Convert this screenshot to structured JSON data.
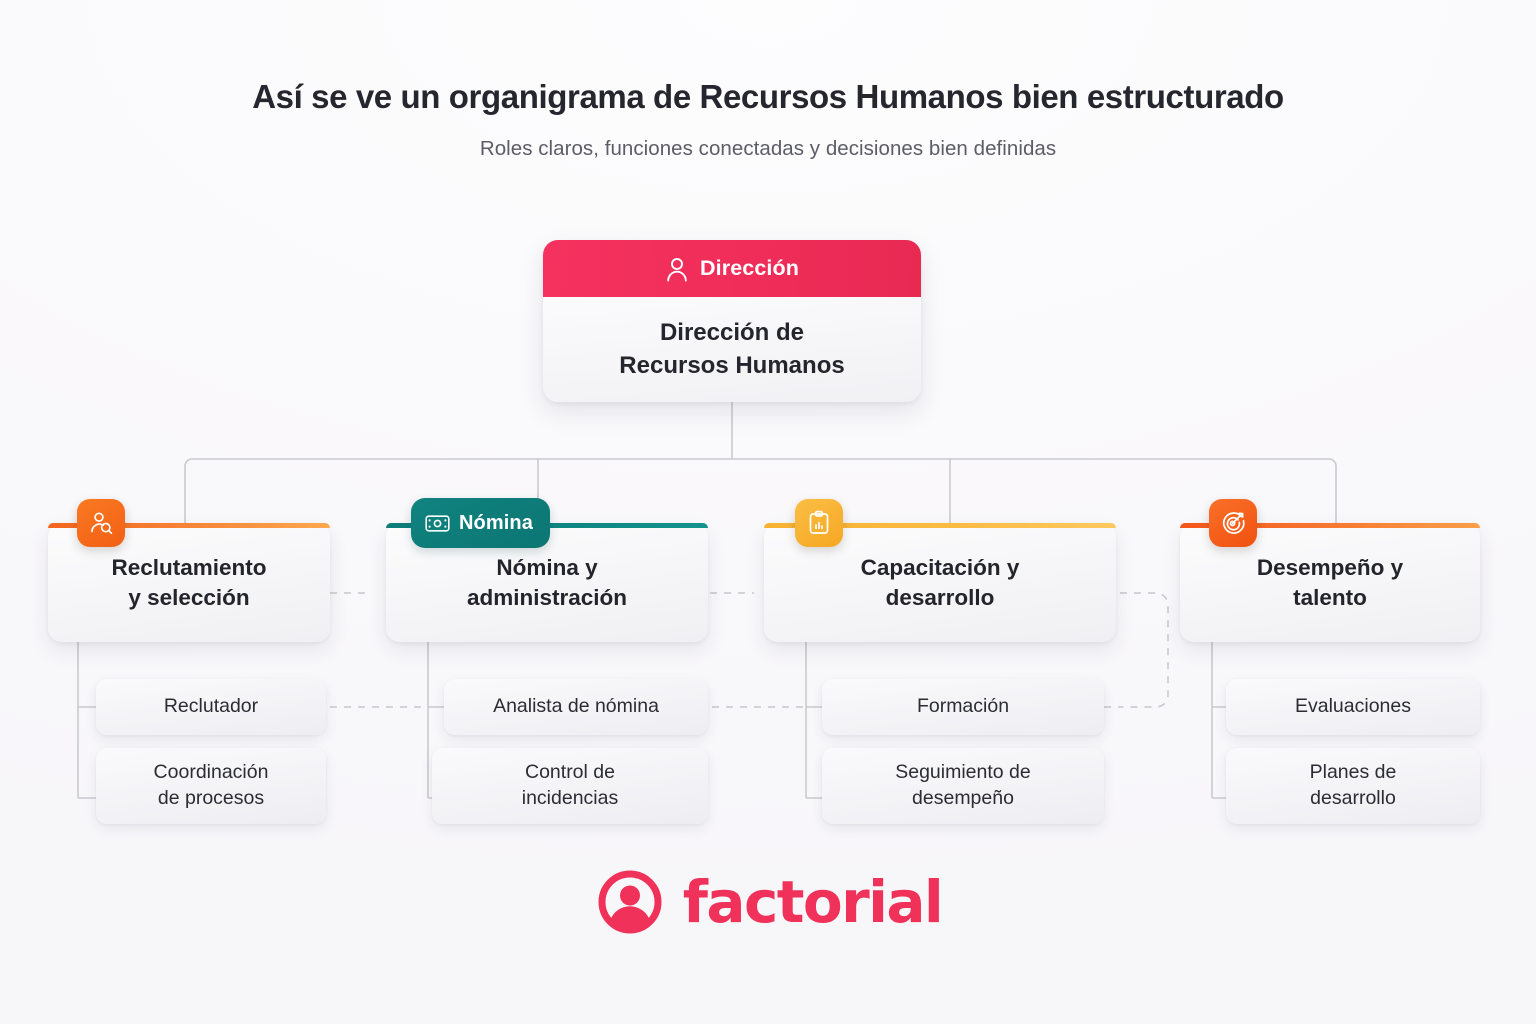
{
  "header": {
    "title": "Así se ve un organigrama de Recursos Humanos bien estructurado",
    "subtitle": "Roles claros, funciones conectadas y decisiones bien definidas"
  },
  "colors": {
    "background": "#faf9fb",
    "root_accent": "#ef2d58",
    "brand": "#f0325a",
    "orange": "#f4641e",
    "teal": "#0d7e7a",
    "amber": "#f8b133",
    "orange_deep": "#f4551b",
    "connector": "#c9c9d1",
    "text_dark": "#25252d",
    "text_muted": "#5d5d68"
  },
  "root": {
    "tag_label": "Dirección",
    "tag_icon": "person-icon",
    "title": "Dirección de\nRecursos Humanos",
    "title_line1": "Dirección de",
    "title_line2": "Recursos Humanos"
  },
  "branches": [
    {
      "id": "reclutamiento",
      "badge_type": "icon",
      "badge_icon": "user-search-icon",
      "badge_label": "",
      "accent": "#f4641e",
      "title_line1": "Reclutamiento",
      "title_line2": "y selección",
      "children": [
        {
          "label_line1": "Reclutador",
          "label_line2": ""
        },
        {
          "label_line1": "Coordinación",
          "label_line2": "de procesos"
        }
      ]
    },
    {
      "id": "nomina",
      "badge_type": "pill",
      "badge_icon": "banknote-icon",
      "badge_label": "Nómina",
      "accent": "#0d7e7a",
      "title_line1": "Nómina y",
      "title_line2": "administración",
      "children": [
        {
          "label_line1": "Analista de nómina",
          "label_line2": ""
        },
        {
          "label_line1": "Control de",
          "label_line2": "incidencias"
        }
      ]
    },
    {
      "id": "capacitacion",
      "badge_type": "icon",
      "badge_icon": "clipboard-chart-icon",
      "badge_label": "",
      "accent": "#f8b133",
      "title_line1": "Capacitación y",
      "title_line2": "desarrollo",
      "children": [
        {
          "label_line1": "Formación",
          "label_line2": ""
        },
        {
          "label_line1": "Seguimiento de",
          "label_line2": "desempeño"
        }
      ]
    },
    {
      "id": "desempeno",
      "badge_type": "icon",
      "badge_icon": "target-arrow-icon",
      "badge_label": "",
      "accent": "#f4551b",
      "title_line1": "Desempeño y",
      "title_line2": "talento",
      "children": [
        {
          "label_line1": "Evaluaciones",
          "label_line2": ""
        },
        {
          "label_line1": "Planes de",
          "label_line2": "desarrollo"
        }
      ]
    }
  ],
  "footer": {
    "logo_text": "factorial",
    "logo_icon": "factorial-person-circle-icon"
  }
}
